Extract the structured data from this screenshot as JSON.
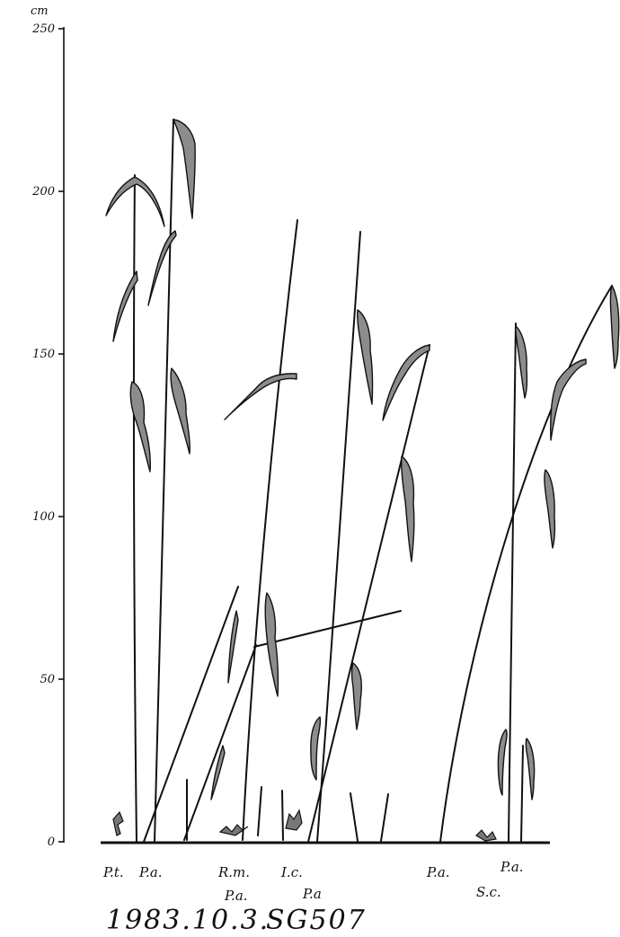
{
  "unit": "cm",
  "y_axis": {
    "ticks": [
      {
        "value": 0,
        "label": "0"
      },
      {
        "value": 50,
        "label": "50"
      },
      {
        "value": 100,
        "label": "100"
      },
      {
        "value": 150,
        "label": "150"
      },
      {
        "value": 200,
        "label": "200"
      },
      {
        "value": 250,
        "label": "250"
      }
    ]
  },
  "species_labels": [
    "P.t.",
    "P.a.",
    "R.m.",
    "P.a.",
    "I.c.",
    "P.a",
    "P.a.",
    "P.a.",
    "S.c."
  ],
  "footer": {
    "date": "1983.10.3.",
    "site_code": "SG507"
  },
  "colors": {
    "ink": "#111111",
    "leaf_fill": "#8c8c8c",
    "background": "#ffffff"
  }
}
